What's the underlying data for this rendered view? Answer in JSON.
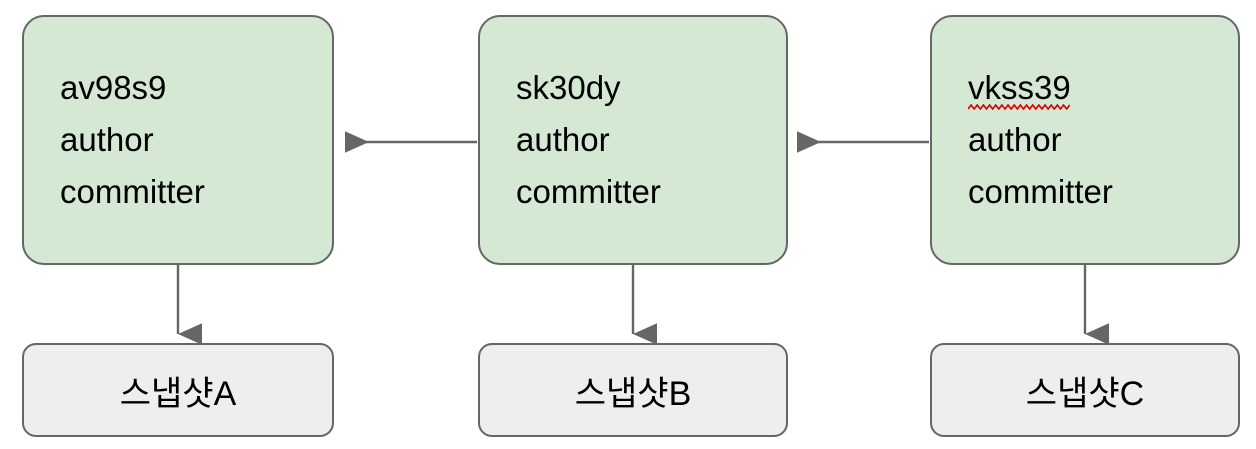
{
  "diagram": {
    "type": "git-commit-snapshot-chain",
    "background_color": "#ffffff",
    "commit_fill_color": "#d5e8d4",
    "snapshot_fill_color": "#eeeeee",
    "border_color": "#666666",
    "edge_color": "#666666",
    "spellcheck_underline_color": "#dd0000",
    "commits": [
      {
        "id": "av98s9",
        "hash_label": "av98s9",
        "author_label": "author",
        "committer_label": "committer",
        "misspelled": false
      },
      {
        "id": "sk30dy",
        "hash_label": "sk30dy",
        "author_label": "author",
        "committer_label": "committer",
        "misspelled": false
      },
      {
        "id": "vkss39",
        "hash_label": "vkss39",
        "author_label": "author",
        "committer_label": "committer",
        "misspelled": true
      }
    ],
    "snapshots": [
      {
        "id": "snapshot-a",
        "label": "스냅샷A"
      },
      {
        "id": "snapshot-b",
        "label": "스냅샷B"
      },
      {
        "id": "snapshot-c",
        "label": "스냅샷C"
      }
    ],
    "edges": [
      {
        "from": "sk30dy",
        "to": "av98s9",
        "direction": "left",
        "style": "solid-arrow"
      },
      {
        "from": "vkss39",
        "to": "sk30dy",
        "direction": "left",
        "style": "solid-arrow"
      },
      {
        "from": "av98s9",
        "to": "snapshot-a",
        "direction": "down",
        "style": "solid-arrow"
      },
      {
        "from": "sk30dy",
        "to": "snapshot-b",
        "direction": "down",
        "style": "solid-arrow"
      },
      {
        "from": "vkss39",
        "to": "snapshot-c",
        "direction": "down",
        "style": "solid-arrow"
      }
    ]
  }
}
